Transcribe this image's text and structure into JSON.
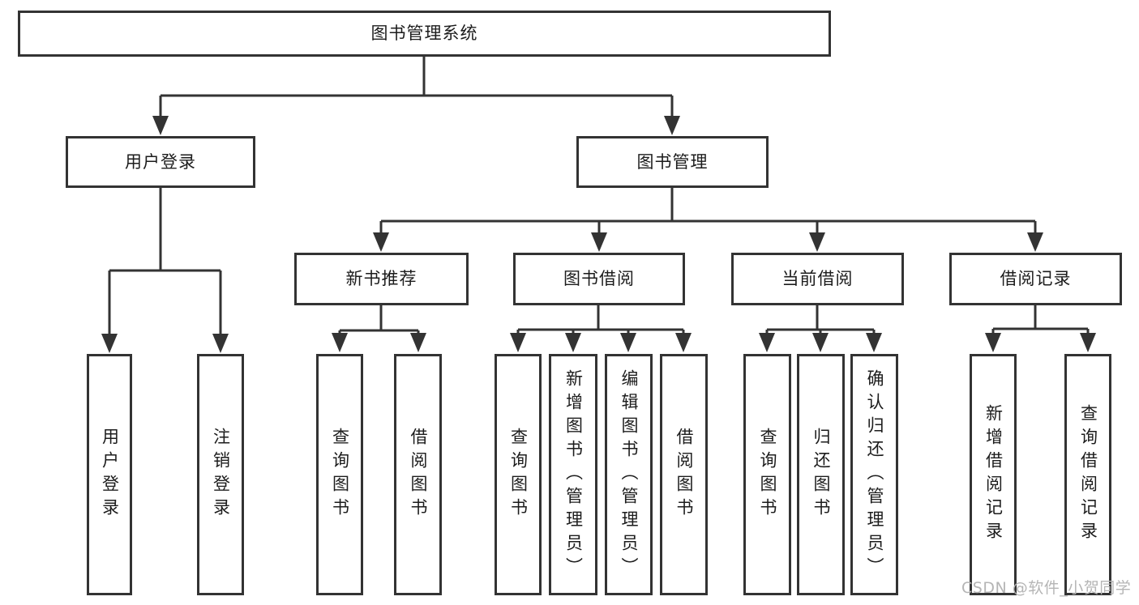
{
  "tree": {
    "label": "图书管理系统",
    "children": [
      {
        "label": "用户登录",
        "children": [
          {
            "label": "用户登录"
          },
          {
            "label": "注销登录"
          }
        ]
      },
      {
        "label": "图书管理",
        "children": [
          {
            "label": "新书推荐",
            "children": [
              {
                "label": "查询图书"
              },
              {
                "label": "借阅图书"
              }
            ]
          },
          {
            "label": "图书借阅",
            "children": [
              {
                "label": "查询图书"
              },
              {
                "label": "新增图书（管理员）"
              },
              {
                "label": "编辑图书（管理员）"
              },
              {
                "label": "借阅图书"
              }
            ]
          },
          {
            "label": "当前借阅",
            "children": [
              {
                "label": "查询图书"
              },
              {
                "label": "归还图书"
              },
              {
                "label": "确认归还（管理员）"
              }
            ]
          },
          {
            "label": "借阅记录",
            "children": [
              {
                "label": "新增借阅记录"
              },
              {
                "label": "查询借阅记录"
              }
            ]
          }
        ]
      }
    ]
  },
  "watermark": {
    "text": "CSDN @软件_小贺同学"
  },
  "colors": {
    "line": "#333333",
    "text": "#1c1c1c",
    "watermark": "#b5b5b5",
    "background": "#ffffff"
  }
}
